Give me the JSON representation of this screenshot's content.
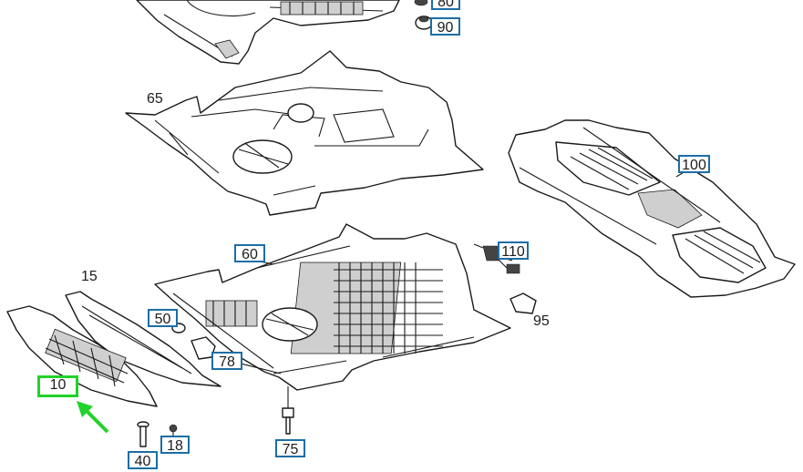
{
  "labels": {
    "p10": "10",
    "p15": "15",
    "p18": "18",
    "p40": "40",
    "p50": "50",
    "p60": "60",
    "p65": "65",
    "p75": "75",
    "p78": "78",
    "p80": "80",
    "p90": "90",
    "p95": "95",
    "p100": "100",
    "p110": "110"
  },
  "selected": "10",
  "colors": {
    "label_border": "#1d6ea4",
    "selected_border": "#22d22a",
    "arrow": "#22d22a",
    "line": "#1a1a1a"
  }
}
